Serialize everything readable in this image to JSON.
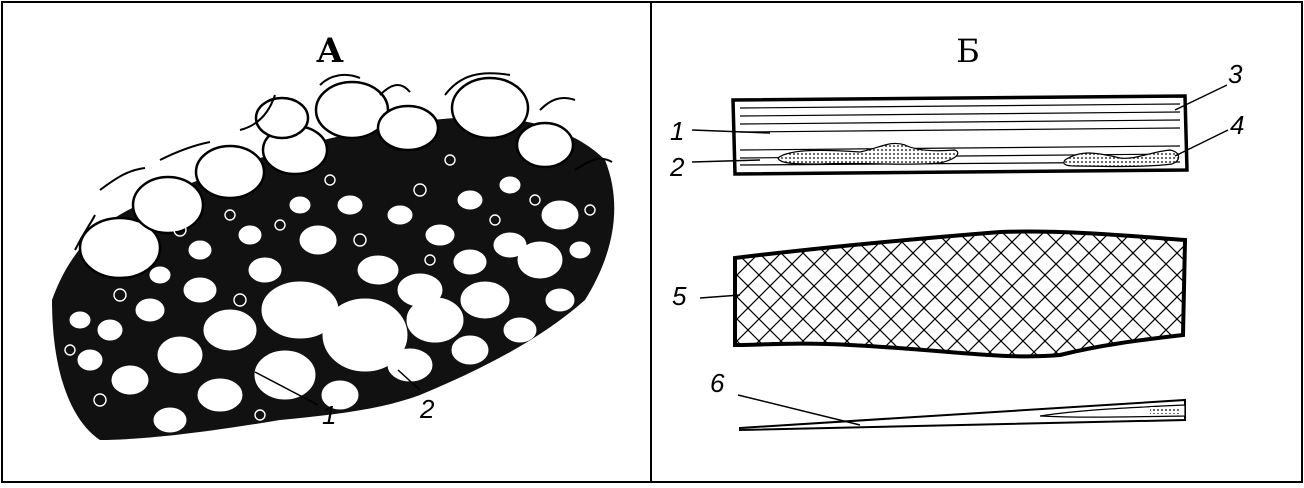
{
  "panels": [
    {
      "title": "А",
      "labels": [
        "1",
        "2"
      ]
    },
    {
      "title": "Б",
      "labels": [
        "1",
        "2",
        "3",
        "4",
        "5",
        "6"
      ]
    }
  ]
}
